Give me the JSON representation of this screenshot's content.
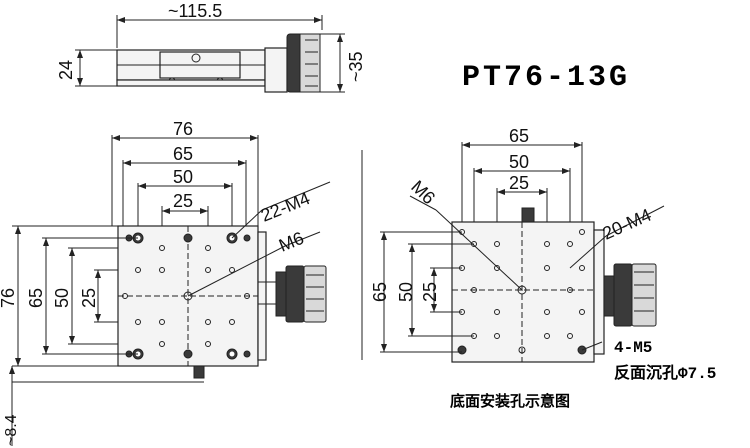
{
  "title": "PT76-13G",
  "side_view": {
    "width_label": "~115.5",
    "height_label": "24",
    "depth_label": "~35"
  },
  "top_view": {
    "outer_label": "76",
    "dim_65": "65",
    "dim_50": "50",
    "dim_25": "25",
    "left_76": "76",
    "left_65": "65",
    "left_50": "50",
    "left_25": "25",
    "bottom_label": "~8.4",
    "callout_holes": "22-M4",
    "callout_center": "M6"
  },
  "bottom_view": {
    "dim_65": "65",
    "dim_50": "50",
    "dim_25": "25",
    "left_65": "65",
    "left_50": "50",
    "left_25": "25",
    "callout_center": "M6",
    "callout_holes": "20-M4",
    "note_1": "4-M5",
    "note_2": "反面沉孔Φ7.5",
    "caption": "底面安装孔示意图"
  }
}
